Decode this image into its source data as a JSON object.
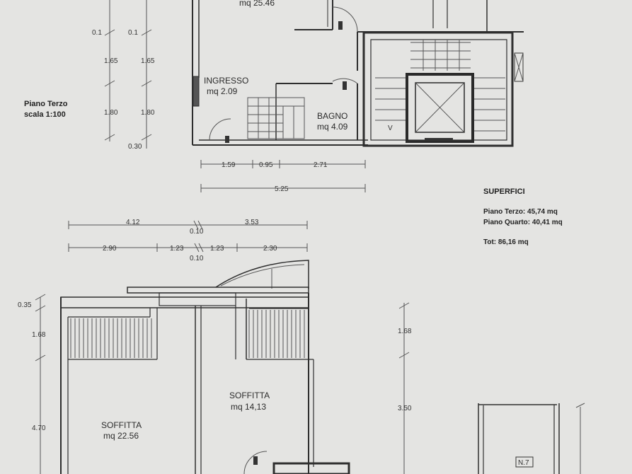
{
  "plan_upper": {
    "top_room_area": "mq 25.46",
    "ingresso_name": "INGRESSO",
    "ingresso_area": "mq 2.09",
    "bagno_name": "BAGNO",
    "bagno_area": "mq 4.09",
    "floor_title": "Piano Terzo",
    "floor_scale": "scala 1:100",
    "v_dims_a": [
      "0.1",
      "1.65",
      "1.80",
      "0.30"
    ],
    "v_dims_b": [
      "0.1",
      "1.65",
      "1.80"
    ],
    "h_dims": [
      "1.59",
      "0.95",
      "2.71"
    ],
    "h_total": "5.25"
  },
  "summary": {
    "heading": "SUPERFICI",
    "terzo": "Piano Terzo:  45,74 mq",
    "quarto": "Piano Quarto: 40,41 mq",
    "total": "Tot: 86,16 mq"
  },
  "plan_lower": {
    "top_dims": [
      "4.12",
      "3.53"
    ],
    "top_mid_dim": "0.10",
    "sub_dims": [
      "2.90",
      "1.23",
      "1.23",
      "2.30"
    ],
    "sub_mid_dim": "0.10",
    "left_dims": [
      "0.35",
      "1.68",
      "4.70"
    ],
    "right_dims": [
      "1.68",
      "3.50"
    ],
    "soffitta_a_name": "SOFFITTA",
    "soffitta_a_area": "mq 22.56",
    "soffitta_b_name": "SOFFITTA",
    "soffitta_b_area": "mq 14,13",
    "unit_tag": "N.7"
  }
}
